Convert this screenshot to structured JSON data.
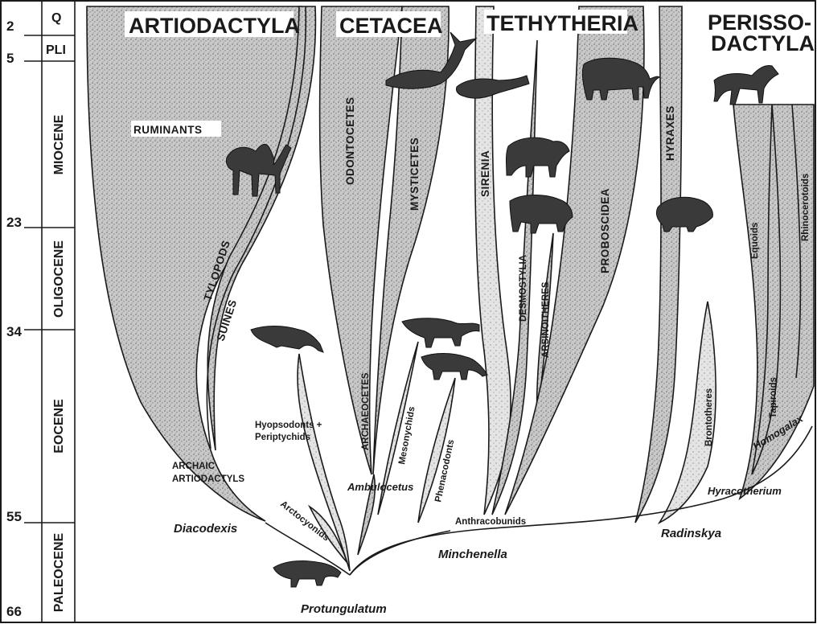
{
  "time_scale": {
    "ticks": [
      "2",
      "5",
      "23",
      "34",
      "55",
      "66"
    ],
    "epochs": [
      "Q",
      "PLI",
      "MIOCENE",
      "OLIGOCENE",
      "EOCENE",
      "PALEOCENE"
    ]
  },
  "groups": {
    "artiodactyla": "ARTIODACTYLA",
    "cetacea": "CETACEA",
    "tethytheria": "TETHYTHERIA",
    "perisso_line1": "PERISSO-",
    "perisso_line2": "DACTYLA"
  },
  "clades": {
    "ruminants": "RUMINANTS",
    "tylopods": "TYLOPODS",
    "suines": "SUINES",
    "archaic1": "ARCHAIC",
    "archaic2": "ARTIODACTYLS",
    "odontocetes": "ODONTOCETES",
    "mysticetes": "MYSTICETES",
    "archaeocetes": "ARCHAEOCETES",
    "mesonychids": "Mesonychids",
    "hyopsodonts1": "Hyopsodonts +",
    "hyopsodonts2": "Periptychids",
    "phenacodonts": "Phenacodonts",
    "arctocyonids": "Arctocyonids",
    "sirenia": "SIRENIA",
    "desmostylia": "DESMOSTYLIA",
    "arsinoitheres": "ARSINOITHERES",
    "proboscidea": "PROBOSCIDEA",
    "anthracobunids": "Anthracobunids",
    "hyraxes": "HYRAXES",
    "brontotheres": "Brontotheres",
    "tapiroids": "Tapiroids",
    "equoids": "Equoids",
    "rhinocerotoids": "Rhinocerotoids",
    "homogalax": "Homogalax",
    "hyracotherium": "Hyracotherium"
  },
  "taxa": {
    "diacodexis": "Diacodexis",
    "ambulocetus": "Ambulocetus",
    "minchenella": "Minchenella",
    "radinskya": "Radinskya",
    "protungulatum": "Protungulatum"
  },
  "icons": [
    "camel-icon",
    "whale-icon",
    "seal-icon",
    "elephant-icon",
    "horse-icon",
    "bear-icon",
    "rhino-icon",
    "hyrax-icon",
    "wolf-icon",
    "mesonychid-icon",
    "phenacodont-icon",
    "protungulatum-icon"
  ]
}
